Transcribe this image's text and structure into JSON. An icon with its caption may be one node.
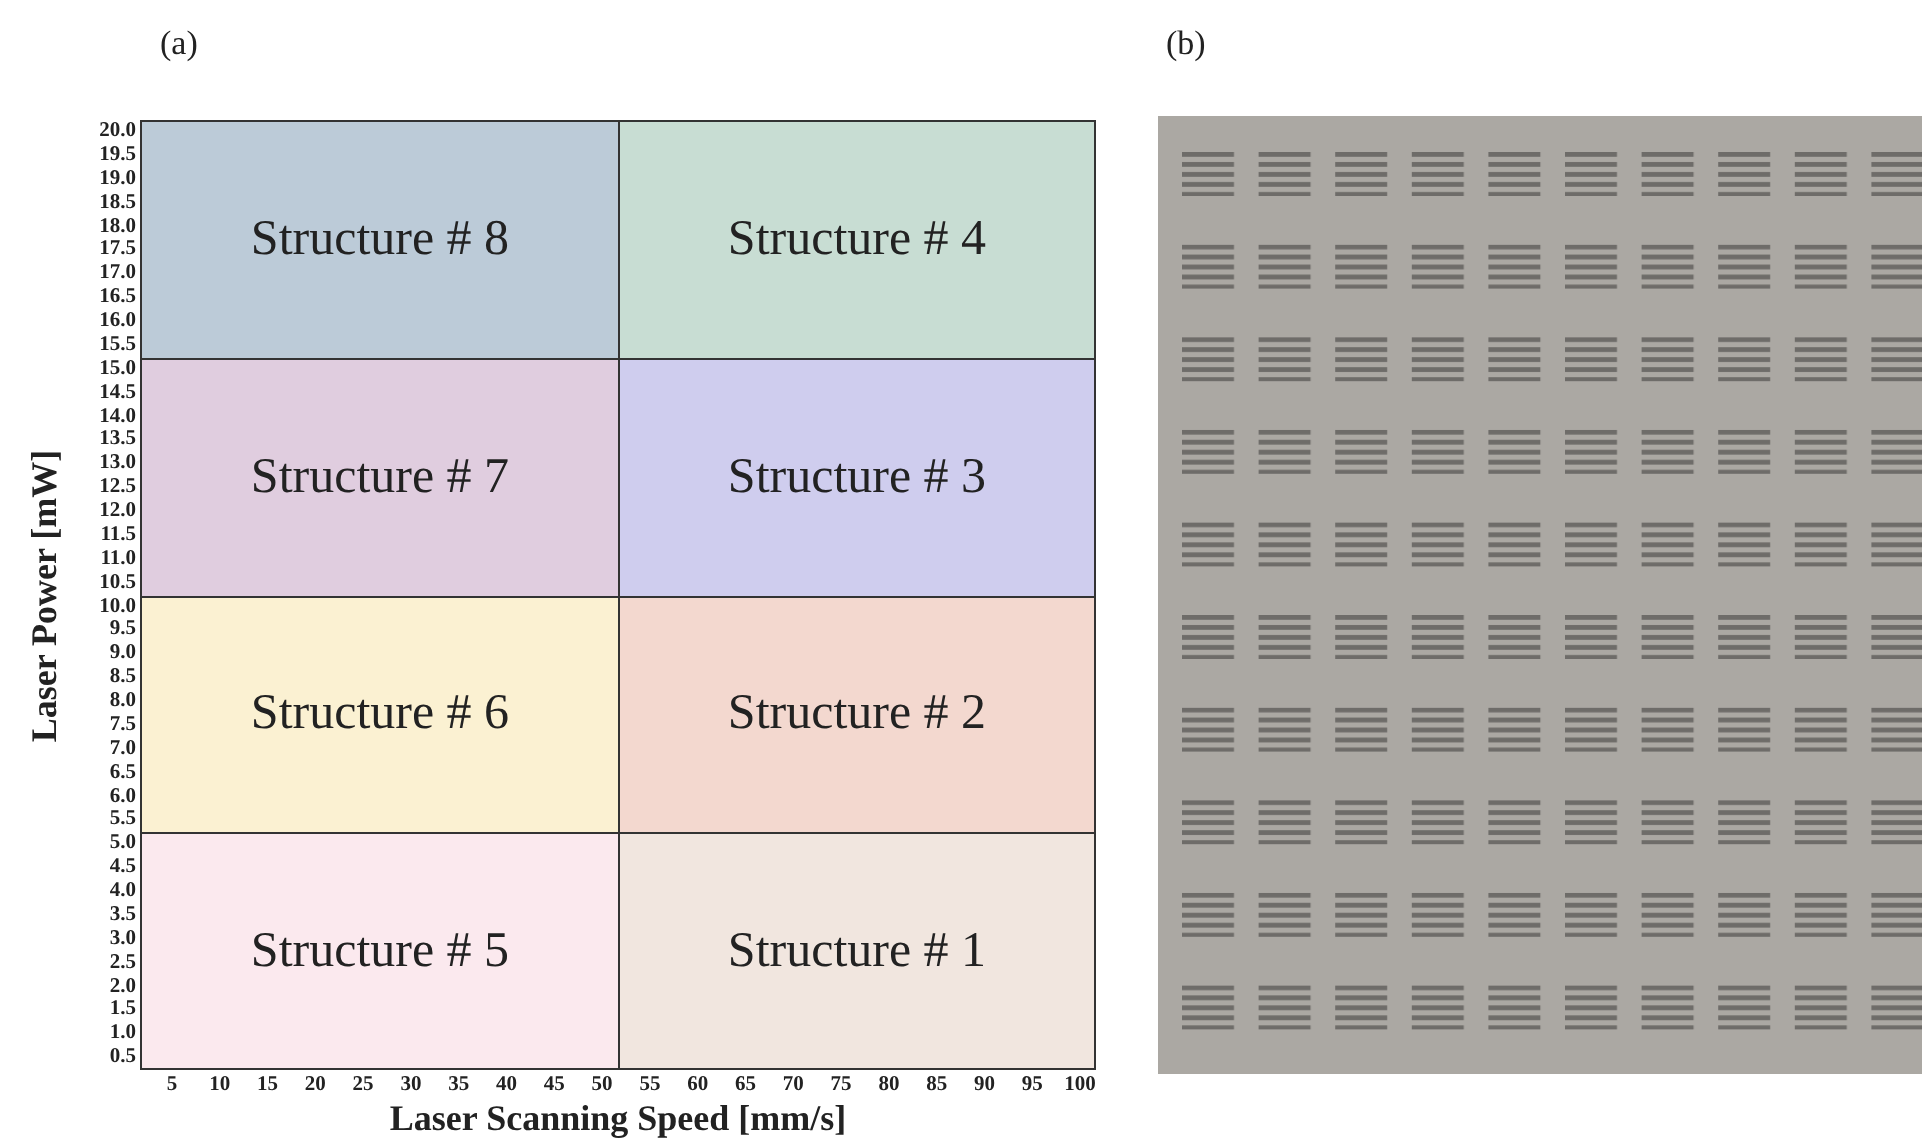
{
  "diagram": {
    "nodes": [
      {
        "text": [
          "Structure # 8"
        ]
      },
      {
        "text": [
          "Structure # 4"
        ]
      },
      {
        "text": [
          "Structure # 7"
        ]
      },
      {
        "text": [
          "Structure # 3"
        ]
      },
      {
        "text": [
          "Structure # 6"
        ]
      },
      {
        "text": [
          "Structure # 2"
        ]
      },
      {
        "text": [
          "Structure # 5"
        ]
      },
      {
        "text": [
          "Structure # 1"
        ]
      }
    ],
    "edges": [],
    "labels": [
      "(a)",
      "(b)",
      "20.0",
      "19.5",
      "19.0",
      "18.5",
      "18.0",
      "17.5",
      "17.0",
      "16.5",
      "16.0",
      "15.5",
      "15.0",
      "14.5",
      "14.0",
      "13.5",
      "13.0",
      "12.5",
      "12.0",
      "11.5",
      "11.0",
      "10.5",
      "10.0",
      "9.5",
      "9.0",
      "8.5",
      "8.0",
      "7.5",
      "7.0",
      "6.5",
      "6.0",
      "5.5",
      "5.0",
      "4.5",
      "4.0",
      "3.5",
      "3.0",
      "2.5",
      "2.0",
      "1.5",
      "1.0",
      "0.5",
      "Laser Power [mW]",
      "5",
      "10",
      "15",
      "20",
      "25",
      "30",
      "35",
      "40",
      "45",
      "50",
      "55",
      "60",
      "65",
      "70",
      "75",
      "80",
      "85",
      "90",
      "95",
      "100",
      "Laser Scanning Speed [mm/s]"
    ]
  }
}
